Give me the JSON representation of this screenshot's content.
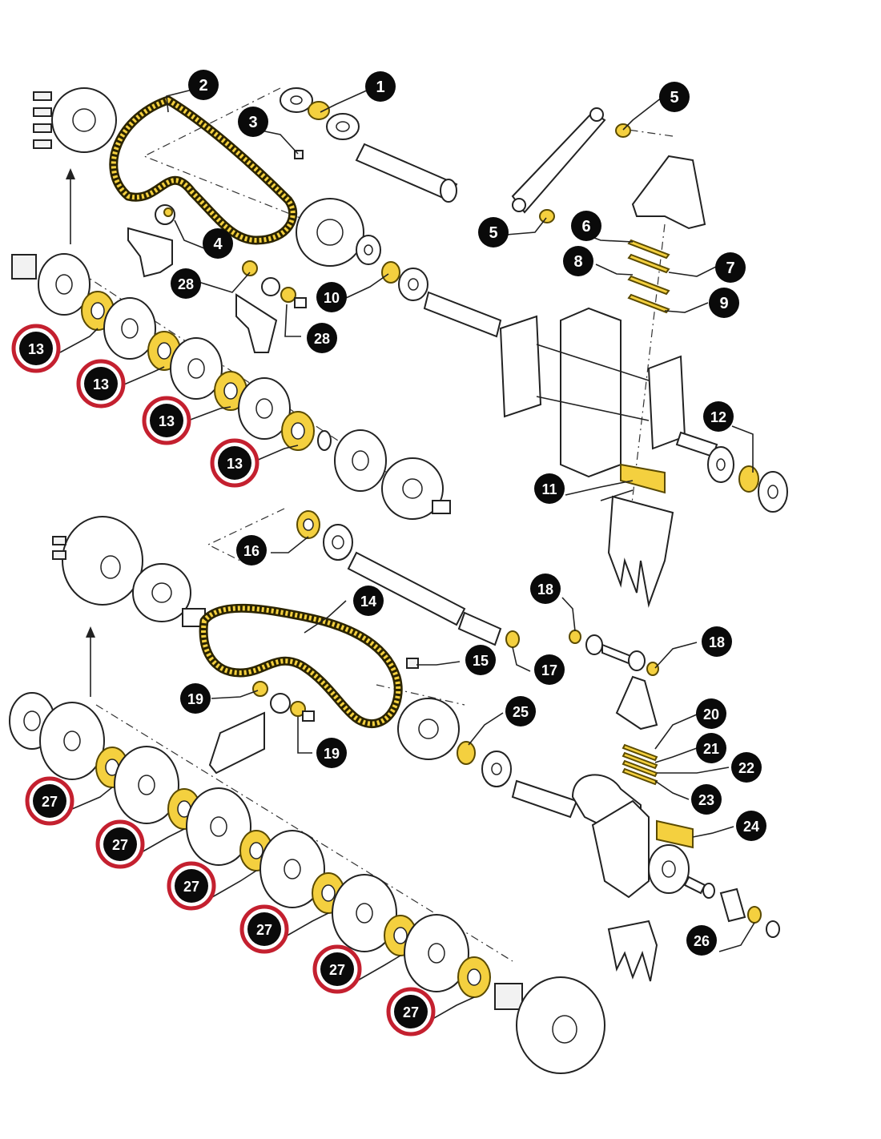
{
  "diagram": {
    "callouts": [
      {
        "id": "c1",
        "label": "1",
        "highlight": false
      },
      {
        "id": "c2",
        "label": "2",
        "highlight": false
      },
      {
        "id": "c3",
        "label": "3",
        "highlight": false
      },
      {
        "id": "c4",
        "label": "4",
        "highlight": false
      },
      {
        "id": "c5a",
        "label": "5",
        "highlight": false
      },
      {
        "id": "c5b",
        "label": "5",
        "highlight": false
      },
      {
        "id": "c6",
        "label": "6",
        "highlight": false
      },
      {
        "id": "c7",
        "label": "7",
        "highlight": false
      },
      {
        "id": "c8",
        "label": "8",
        "highlight": false
      },
      {
        "id": "c9",
        "label": "9",
        "highlight": false
      },
      {
        "id": "c10",
        "label": "10",
        "highlight": false
      },
      {
        "id": "c11",
        "label": "11",
        "highlight": false
      },
      {
        "id": "c12",
        "label": "12",
        "highlight": false
      },
      {
        "id": "c13a",
        "label": "13",
        "highlight": true
      },
      {
        "id": "c13b",
        "label": "13",
        "highlight": true
      },
      {
        "id": "c13c",
        "label": "13",
        "highlight": true
      },
      {
        "id": "c13d",
        "label": "13",
        "highlight": true
      },
      {
        "id": "c14",
        "label": "14",
        "highlight": false
      },
      {
        "id": "c15",
        "label": "15",
        "highlight": false
      },
      {
        "id": "c16",
        "label": "16",
        "highlight": false
      },
      {
        "id": "c17",
        "label": "17",
        "highlight": false
      },
      {
        "id": "c18a",
        "label": "18",
        "highlight": false
      },
      {
        "id": "c18b",
        "label": "18",
        "highlight": false
      },
      {
        "id": "c19a",
        "label": "19",
        "highlight": false
      },
      {
        "id": "c19b",
        "label": "19",
        "highlight": false
      },
      {
        "id": "c20",
        "label": "20",
        "highlight": false
      },
      {
        "id": "c21",
        "label": "21",
        "highlight": false
      },
      {
        "id": "c22",
        "label": "22",
        "highlight": false
      },
      {
        "id": "c23",
        "label": "23",
        "highlight": false
      },
      {
        "id": "c24",
        "label": "24",
        "highlight": false
      },
      {
        "id": "c25",
        "label": "25",
        "highlight": false
      },
      {
        "id": "c26",
        "label": "26",
        "highlight": false
      },
      {
        "id": "c27a",
        "label": "27",
        "highlight": true
      },
      {
        "id": "c27b",
        "label": "27",
        "highlight": true
      },
      {
        "id": "c27c",
        "label": "27",
        "highlight": true
      },
      {
        "id": "c27d",
        "label": "27",
        "highlight": true
      },
      {
        "id": "c27e",
        "label": "27",
        "highlight": true
      },
      {
        "id": "c27f",
        "label": "27",
        "highlight": true
      },
      {
        "id": "c28a",
        "label": "28",
        "highlight": false
      },
      {
        "id": "c28b",
        "label": "28",
        "highlight": false
      }
    ],
    "colors": {
      "callout_fill": "#0a0a0a",
      "callout_ring": "#c4202f",
      "highlight_part": "#f4d03f",
      "line": "#222222"
    }
  }
}
